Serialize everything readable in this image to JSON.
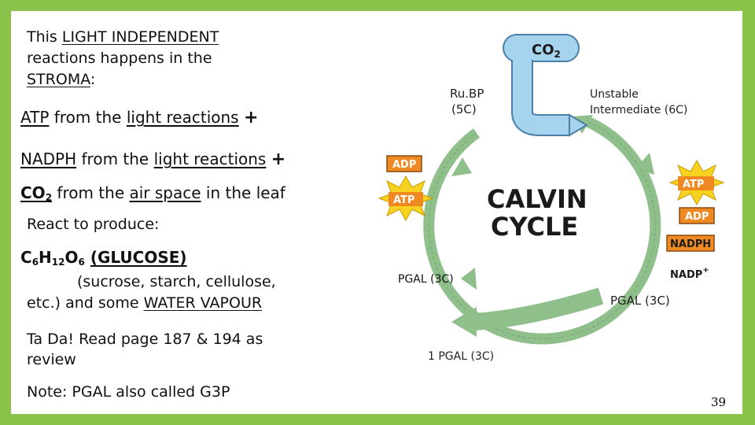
{
  "text": {
    "line1_prefix": "This ",
    "line1_term": "LIGHT INDEPENDENT",
    "line2": "reactions happens in the",
    "line3_term": "STROMA",
    "line3_suffix": ":",
    "atp_term": "ATP",
    "atp_mid": " from the ",
    "atp_link": "light reactions",
    "plus": "+",
    "nadph_term": "NADPH",
    "nadph_mid": " from the ",
    "nadph_link": "light reactions",
    "co2_c": "CO",
    "co2_sub": "2",
    "co2_mid": " from the ",
    "co2_link": "air space",
    "co2_suffix": " in the leaf",
    "react": "React to produce:",
    "glucose_c": "C",
    "glucose_c_sub": "6",
    "glucose_h": "H",
    "glucose_h_sub": "12",
    "glucose_o": "O",
    "glucose_o_sub": "6",
    "glucose_name": "(GLUCOSE)",
    "sucrose": "(sucrose, starch, cellulose,",
    "etc_prefix": "etc.) and some ",
    "water": "WATER VAPOUR",
    "tada1": "Ta Da!  Read page 187 & 194 as",
    "tada2": "review",
    "note": "Note: PGAL also called G3P"
  },
  "diagram": {
    "co2_label": "CO",
    "co2_sub": "2",
    "rubp_line1": "Ru.BP",
    "rubp_line2": "(5C)",
    "unstable_line1": "Unstable",
    "unstable_line2": "Intermediate (6C)",
    "adp_left": "ADP",
    "atp_left": "ATP",
    "calvin_line1": "CALVIN",
    "calvin_line2": "CYCLE",
    "atp_right": "ATP",
    "adp_right": "ADP",
    "nadph": "NADPH",
    "nadp": "NADP",
    "nadp_sup": "+",
    "pgal_left": "PGAL (3C)",
    "pgal_right": "PGAL (3C)",
    "pgal_bottom": "1 PGAL (3C)"
  },
  "slide_number": "39",
  "colors": {
    "border": "#8bc34a",
    "cycle_green": "#8fbf8a",
    "co2_tube": "#a6d3ee",
    "badge_orange": "#ef8a22",
    "burst_yellow": "#f7d21e"
  }
}
